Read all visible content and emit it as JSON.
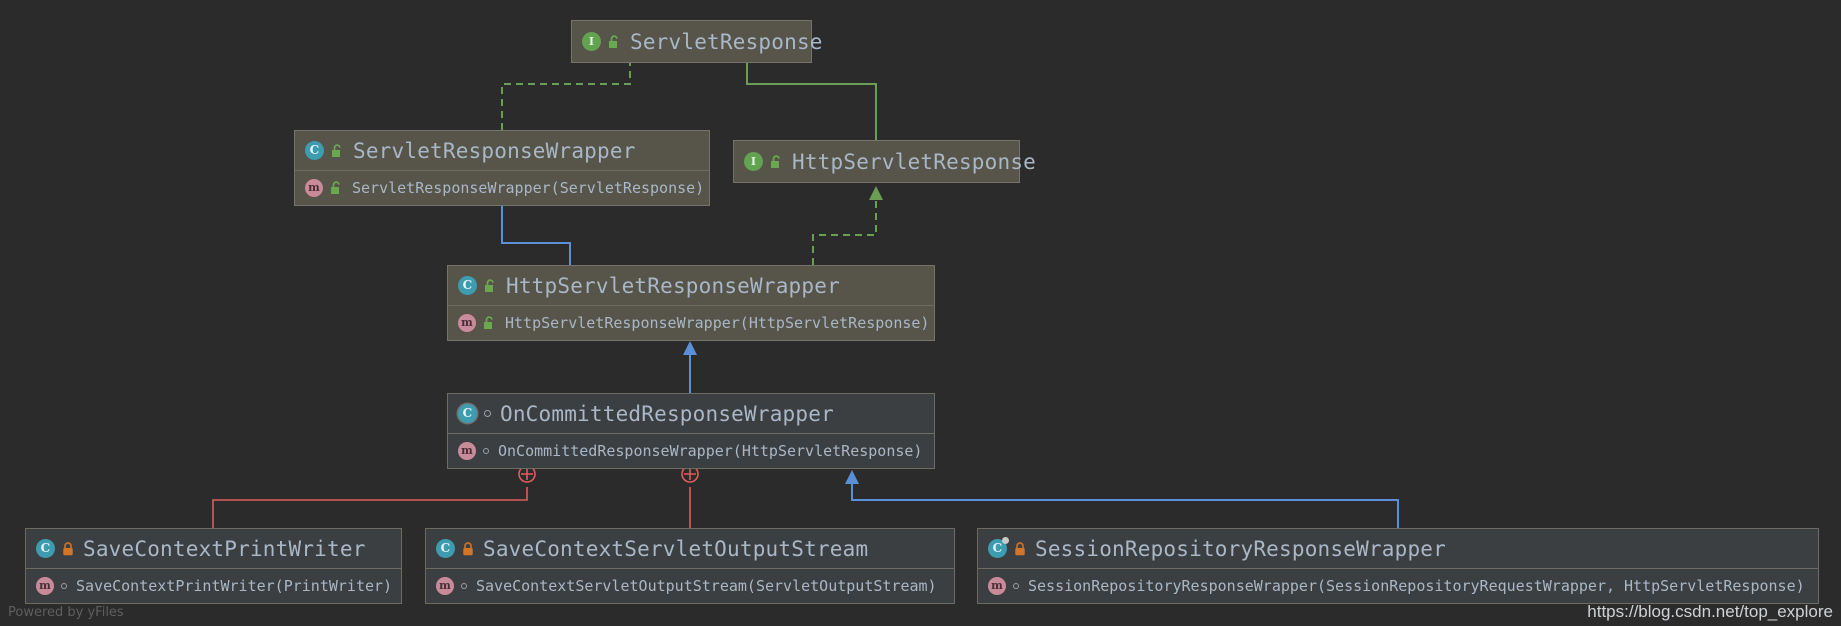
{
  "diagram": {
    "type": "uml-class-diagram",
    "theme": "darcula",
    "background_color": "#2b2b2b",
    "node_fill_highlight": "#57544a",
    "node_fill_normal": "#3c3f41",
    "text_color": "#a9b7c6"
  },
  "edge_colors": {
    "inheritance_green": "#6a9e55",
    "inheritance_blue": "#5a91d6",
    "inner_class_red": "#e05c5c"
  },
  "nodes": [
    {
      "id": "servlet-response",
      "title": "ServletResponse",
      "kind_icon": "interface-icon",
      "visibility_icon": "lock-open-green-icon",
      "members": []
    },
    {
      "id": "servlet-response-wrapper",
      "title": "ServletResponseWrapper",
      "kind_icon": "class-icon",
      "visibility_icon": "lock-open-green-icon",
      "members": [
        {
          "signature": "ServletResponseWrapper(ServletResponse)",
          "kind_icon": "method-icon",
          "visibility_icon": "lock-open-green-icon"
        }
      ]
    },
    {
      "id": "http-servlet-response",
      "title": "HttpServletResponse",
      "kind_icon": "interface-icon",
      "visibility_icon": "lock-open-green-icon",
      "members": []
    },
    {
      "id": "http-servlet-response-wrapper",
      "title": "HttpServletResponseWrapper",
      "kind_icon": "class-icon",
      "visibility_icon": "lock-open-green-icon",
      "members": [
        {
          "signature": "HttpServletResponseWrapper(HttpServletResponse)",
          "kind_icon": "method-icon",
          "visibility_icon": "lock-open-green-icon"
        }
      ]
    },
    {
      "id": "on-committed-response-wrapper",
      "title": "OnCommittedResponseWrapper",
      "kind_icon": "abstract-class-icon",
      "visibility_icon": "package-private-icon",
      "members": [
        {
          "signature": "OnCommittedResponseWrapper(HttpServletResponse)",
          "kind_icon": "method-icon",
          "visibility_icon": "package-private-icon"
        }
      ]
    },
    {
      "id": "save-context-print-writer",
      "title": "SaveContextPrintWriter",
      "kind_icon": "class-icon",
      "visibility_icon": "lock-closed-orange-icon",
      "members": [
        {
          "signature": "SaveContextPrintWriter(PrintWriter)",
          "kind_icon": "method-icon",
          "visibility_icon": "package-private-icon"
        }
      ]
    },
    {
      "id": "save-context-servlet-output-stream",
      "title": "SaveContextServletOutputStream",
      "kind_icon": "class-icon",
      "visibility_icon": "lock-closed-orange-icon",
      "members": [
        {
          "signature": "SaveContextServletOutputStream(ServletOutputStream)",
          "kind_icon": "method-icon",
          "visibility_icon": "package-private-icon"
        }
      ]
    },
    {
      "id": "session-repository-response-wrapper",
      "title": "SessionRepositoryResponseWrapper",
      "kind_icon": "class-badge-icon",
      "visibility_icon": "lock-closed-orange-icon",
      "members": [
        {
          "signature": "SessionRepositoryResponseWrapper(SessionRepositoryRequestWrapper, HttpServletResponse)",
          "kind_icon": "method-icon",
          "visibility_icon": "package-private-icon"
        }
      ]
    }
  ],
  "watermarks": {
    "yfiles": "Powered by yFiles",
    "url": "https://blog.csdn.net/top_explore"
  }
}
